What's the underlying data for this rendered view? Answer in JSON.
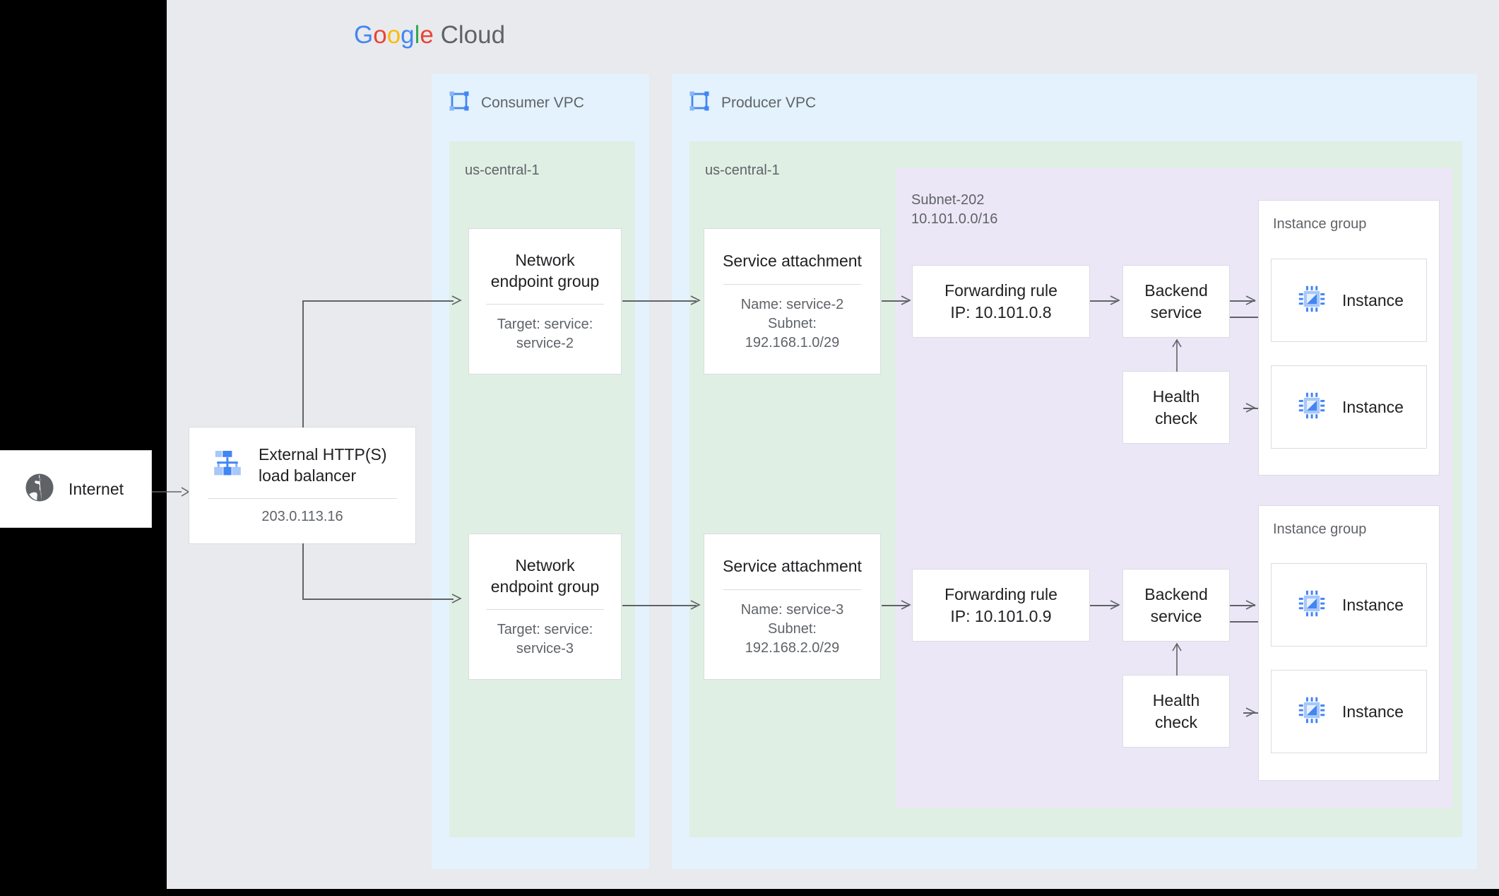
{
  "brand": {
    "logo_google": "Google",
    "logo_cloud": "Cloud"
  },
  "external": {
    "internet_label": "Internet",
    "internet_icon": "globe-icon"
  },
  "load_balancer": {
    "title": "External HTTP(S) load balancer",
    "title_line1": "External HTTP(S)",
    "title_line2": "load balancer",
    "ip": "203.0.113.16",
    "icon": "load-balancer-icon"
  },
  "vpcs": [
    {
      "name": "Consumer VPC",
      "icon": "vpc-icon",
      "region": "us-central-1"
    },
    {
      "name": "Producer VPC",
      "icon": "vpc-icon",
      "region": "us-central-1"
    }
  ],
  "subnet": {
    "name": "Subnet-202",
    "cidr": "10.101.0.0/16"
  },
  "flows": [
    {
      "neg": {
        "title_line1": "Network",
        "title_line2": "endpoint group",
        "sub_line1": "Target: service:",
        "sub_line2": "service-2"
      },
      "service_attachment": {
        "title": "Service attachment",
        "sub_line1": "Name: service-2",
        "sub_line2": "Subnet:",
        "sub_line3": "192.168.1.0/29"
      },
      "forwarding_rule": {
        "title_line1": "Forwarding rule",
        "title_line2": "IP: 10.101.0.8"
      },
      "backend_service": {
        "title_line1": "Backend",
        "title_line2": "service"
      },
      "health_check": {
        "title_line1": "Health",
        "title_line2": "check"
      },
      "instance_group": {
        "label": "Instance group",
        "instances": [
          {
            "label": "Instance",
            "icon": "instance-chip-icon"
          },
          {
            "label": "Instance",
            "icon": "instance-chip-icon"
          }
        ]
      }
    },
    {
      "neg": {
        "title_line1": "Network",
        "title_line2": "endpoint group",
        "sub_line1": "Target: service:",
        "sub_line2": "service-3"
      },
      "service_attachment": {
        "title": "Service attachment",
        "sub_line1": "Name: service-3",
        "sub_line2": "Subnet:",
        "sub_line3": "192.168.2.0/29"
      },
      "forwarding_rule": {
        "title_line1": "Forwarding rule",
        "title_line2": "IP: 10.101.0.9"
      },
      "backend_service": {
        "title_line1": "Backend",
        "title_line2": "service"
      },
      "health_check": {
        "title_line1": "Health",
        "title_line2": "check"
      },
      "instance_group": {
        "label": "Instance group",
        "instances": [
          {
            "label": "Instance",
            "icon": "instance-chip-icon"
          },
          {
            "label": "Instance",
            "icon": "instance-chip-icon"
          }
        ]
      }
    }
  ],
  "colors": {
    "panel_bg": "#e8eaed",
    "vpc_bg": "#e3f2fd",
    "region_bg": "#e0efe4",
    "subnet_bg": "#ece7f6",
    "card_bg": "#ffffff",
    "border": "#dadce0",
    "text_primary": "#202124",
    "text_secondary": "#5f6368",
    "accent_blue": "#4285f4",
    "connector": "#5f6368"
  }
}
